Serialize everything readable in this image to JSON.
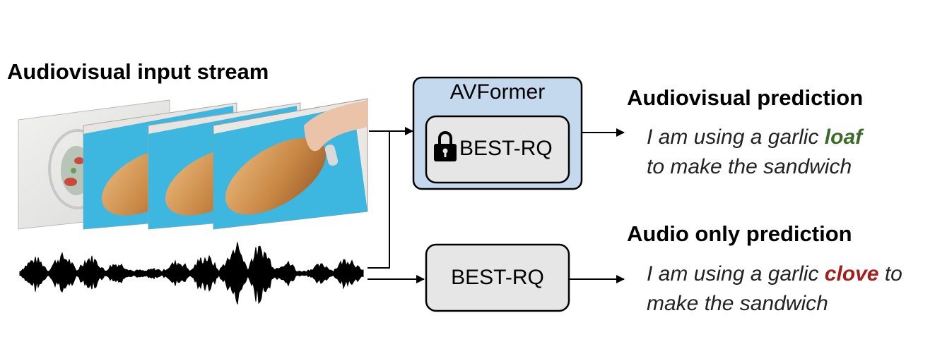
{
  "input": {
    "title": "Audiovisual input stream"
  },
  "avformer": {
    "title": "AVFormer",
    "inner_label": "BEST-RQ",
    "inner_icon": "lock-icon"
  },
  "audio_model": {
    "label": "BEST-RQ"
  },
  "audiovisual_prediction": {
    "heading": "Audiovisual prediction",
    "line1_prefix": "I am using a garlic ",
    "highlight": "loaf",
    "line2": "to make the sandwich"
  },
  "audio_prediction": {
    "heading": "Audio only prediction",
    "line1_prefix": "I am using a garlic ",
    "highlight": "clove",
    "line1_suffix": " to",
    "line2": "make the sandwich"
  },
  "colors": {
    "avformer_fill": "#c5d9ee",
    "inner_fill": "#e6e6e6",
    "correct_word": "#3e6b2a",
    "wrong_word": "#a51d1d",
    "cutting_board": "#3db6e0"
  }
}
